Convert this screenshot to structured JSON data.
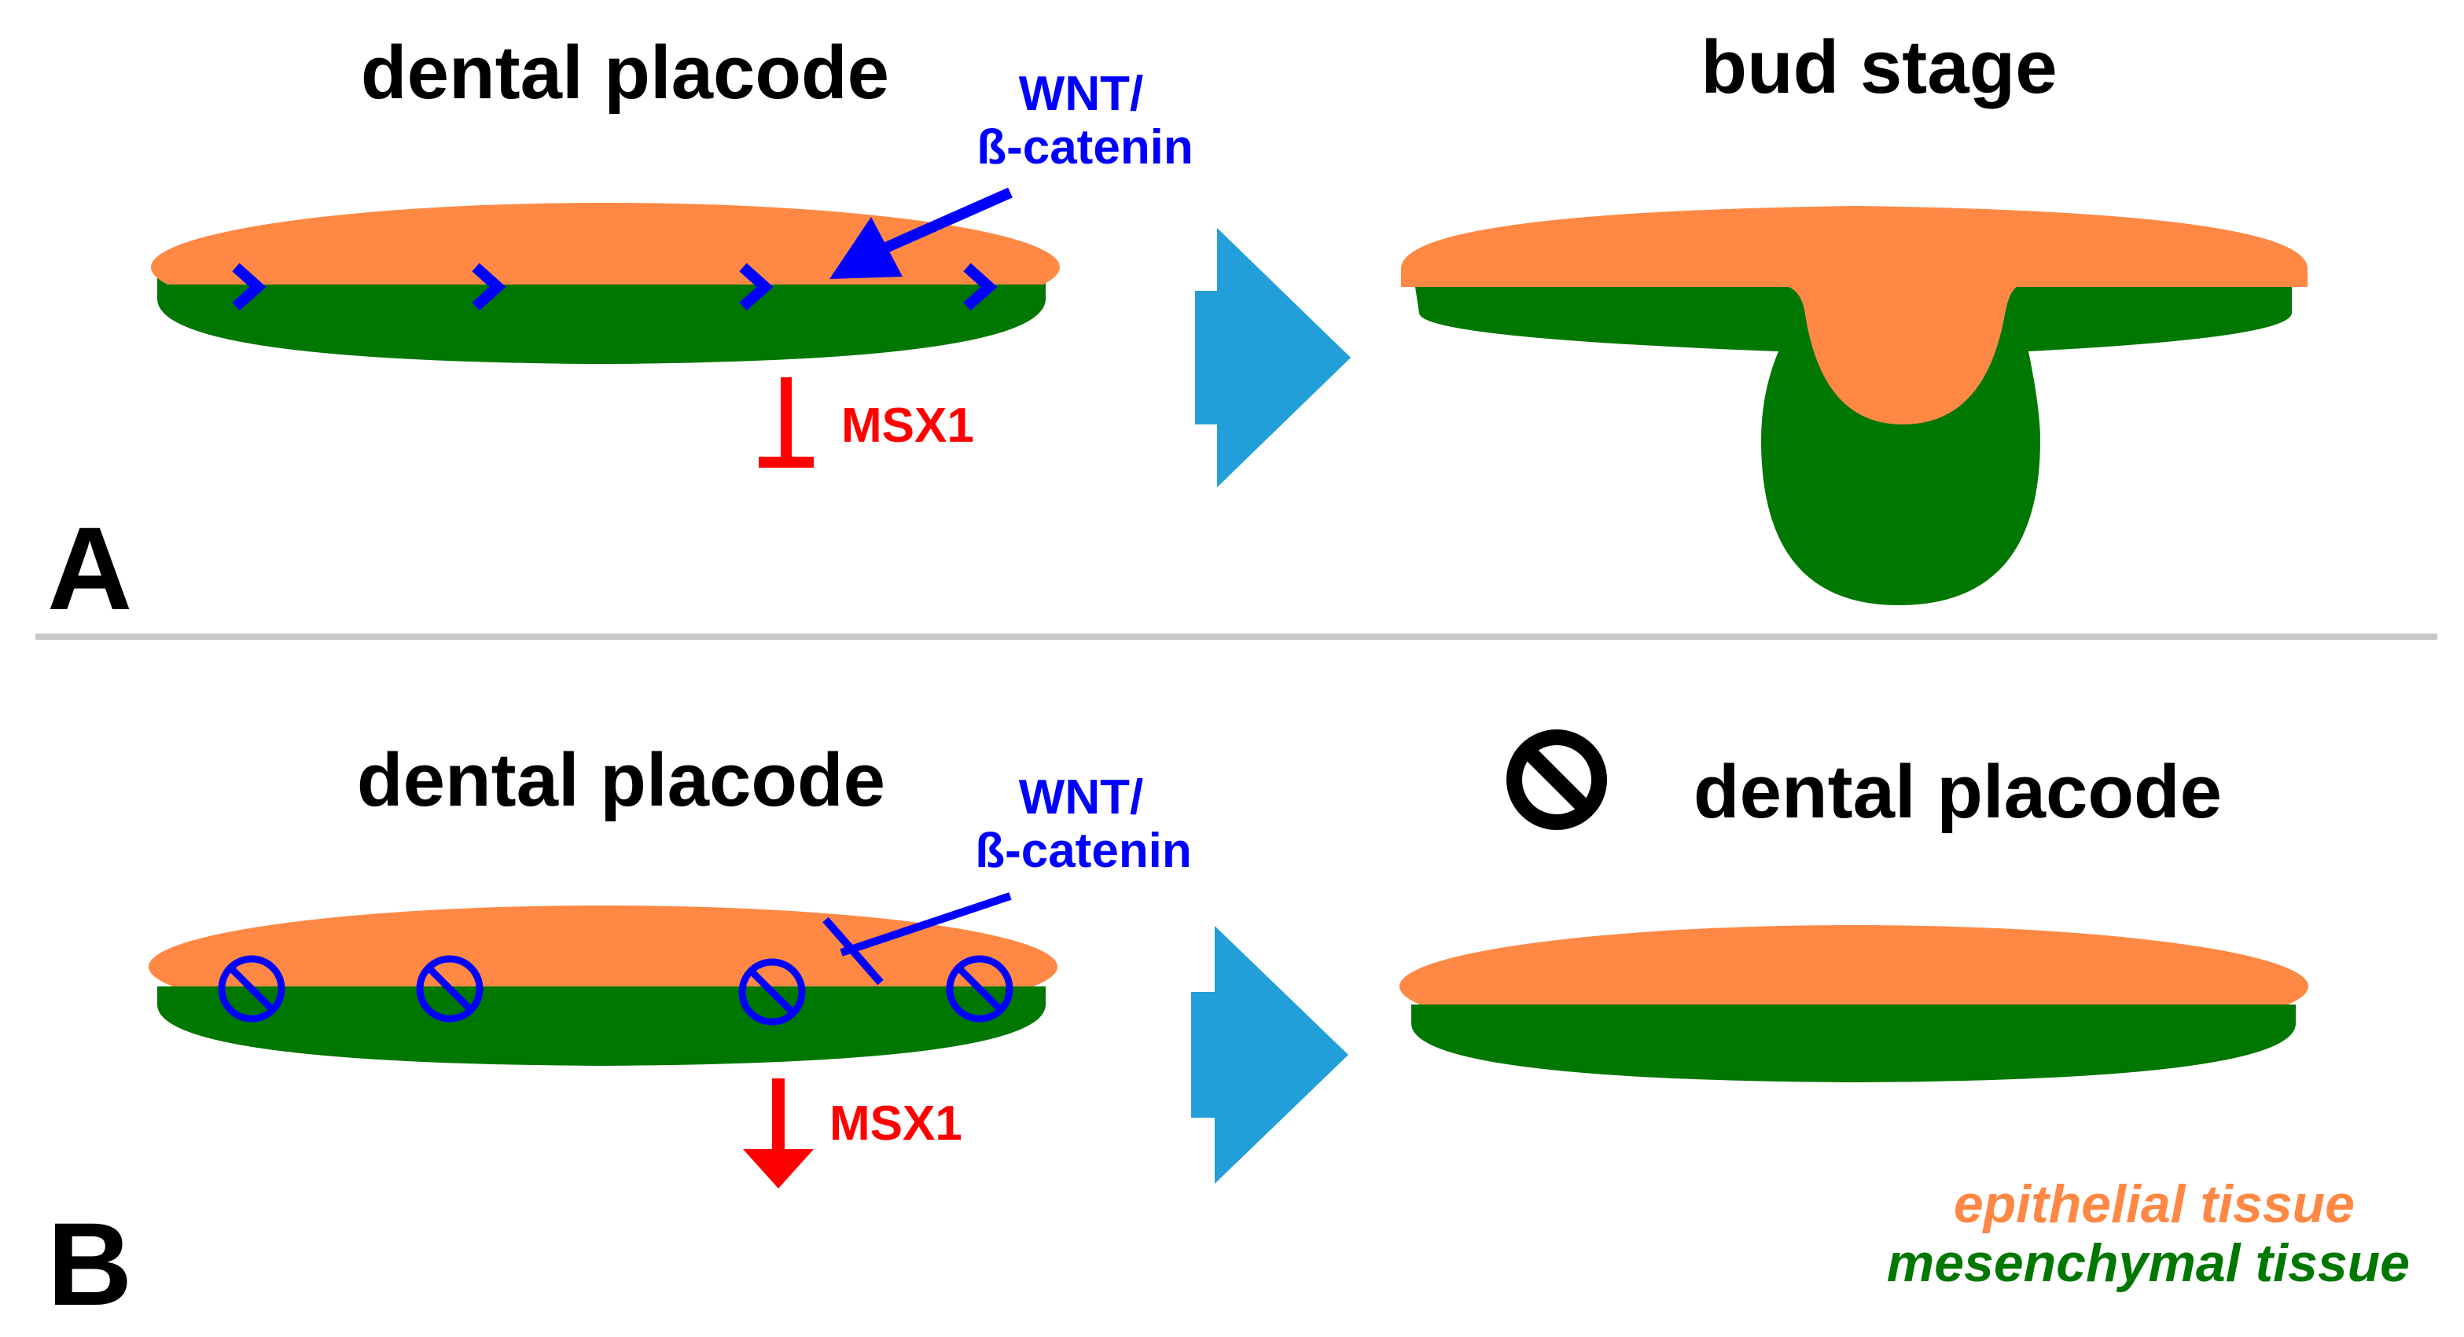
{
  "colors": {
    "epithelial": "#ff8844",
    "mesenchymal": "#007700",
    "wnt": "#0000ff",
    "msx1": "#ff0000",
    "transition_arrow": "#229fd9",
    "divider": "#c8c8c8",
    "text": "#000000"
  },
  "icons": {
    "signal_marker": "chevron-right-icon",
    "blocked_marker": "prohibited-icon",
    "stage_transition": "block-arrow-right-icon",
    "activation": "arrow-icon",
    "inhibition": "inhibition-bar-icon"
  },
  "panel_a": {
    "letter": "A",
    "left_title": "dental placode",
    "right_title": "bud stage",
    "wnt_label_line1": "WNT/",
    "wnt_label_line2": "ß-catenin",
    "msx1_label": "MSX1"
  },
  "panel_b": {
    "letter": "B",
    "left_title": "dental placode",
    "right_title": "dental placode",
    "wnt_label_line1": "WNT/",
    "wnt_label_line2": "ß-catenin",
    "msx1_label": "MSX1"
  },
  "legend": {
    "epithelial": "epithelial tissue",
    "mesenchymal": "mesenchymal tissue"
  }
}
